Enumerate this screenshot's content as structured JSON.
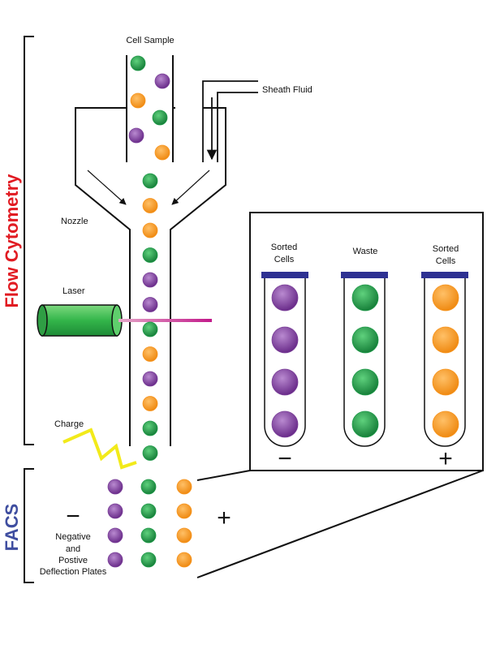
{
  "labels": {
    "cell_sample": "Cell Sample",
    "sheath_fluid": "Sheath Fluid",
    "nozzle": "Nozzle",
    "laser": "Laser",
    "charge": "Charge",
    "deflection_line1": "Negative",
    "deflection_line2": "and",
    "deflection_line3": "Postive",
    "deflection_line4": "Deflection Plates"
  },
  "side_labels": {
    "flow_cytometry": "Flow Cytometry",
    "facs": "FACS"
  },
  "tubes": [
    {
      "line1": "Sorted",
      "line2": "Cells",
      "cell_color": "purple",
      "count": 4,
      "sign": "−"
    },
    {
      "line1": "Waste",
      "line2": "",
      "cell_color": "green",
      "count": 4,
      "sign": ""
    },
    {
      "line1": "Sorted",
      "line2": "Cells",
      "cell_color": "orange",
      "count": 4,
      "sign": "+"
    }
  ],
  "plate_signs": {
    "negative": "−",
    "positive": "+"
  },
  "sample_cells": [
    "green",
    "purple",
    "orange",
    "green",
    "purple",
    "orange"
  ],
  "stream_cells": [
    "green",
    "orange",
    "orange",
    "green",
    "purple",
    "purple",
    "green",
    "orange",
    "purple",
    "orange",
    "green",
    "green"
  ],
  "deflected_rows": [
    [
      "purple",
      "green",
      "orange"
    ],
    [
      "purple",
      "green",
      "orange"
    ],
    [
      "purple",
      "green",
      "orange"
    ],
    [
      "purple",
      "green",
      "orange"
    ]
  ],
  "colors": {
    "purple": "#7a3f98",
    "green": "#1f9a49",
    "orange": "#f7941d",
    "flow_cytometry_label": "#e11b22",
    "facs_label": "#3f4ea0",
    "laser_beam": "#c2398a",
    "charge_bolt": "#f2ea1a",
    "tube_cap": "#2e3192",
    "laser_body": "#3dbb4a"
  }
}
